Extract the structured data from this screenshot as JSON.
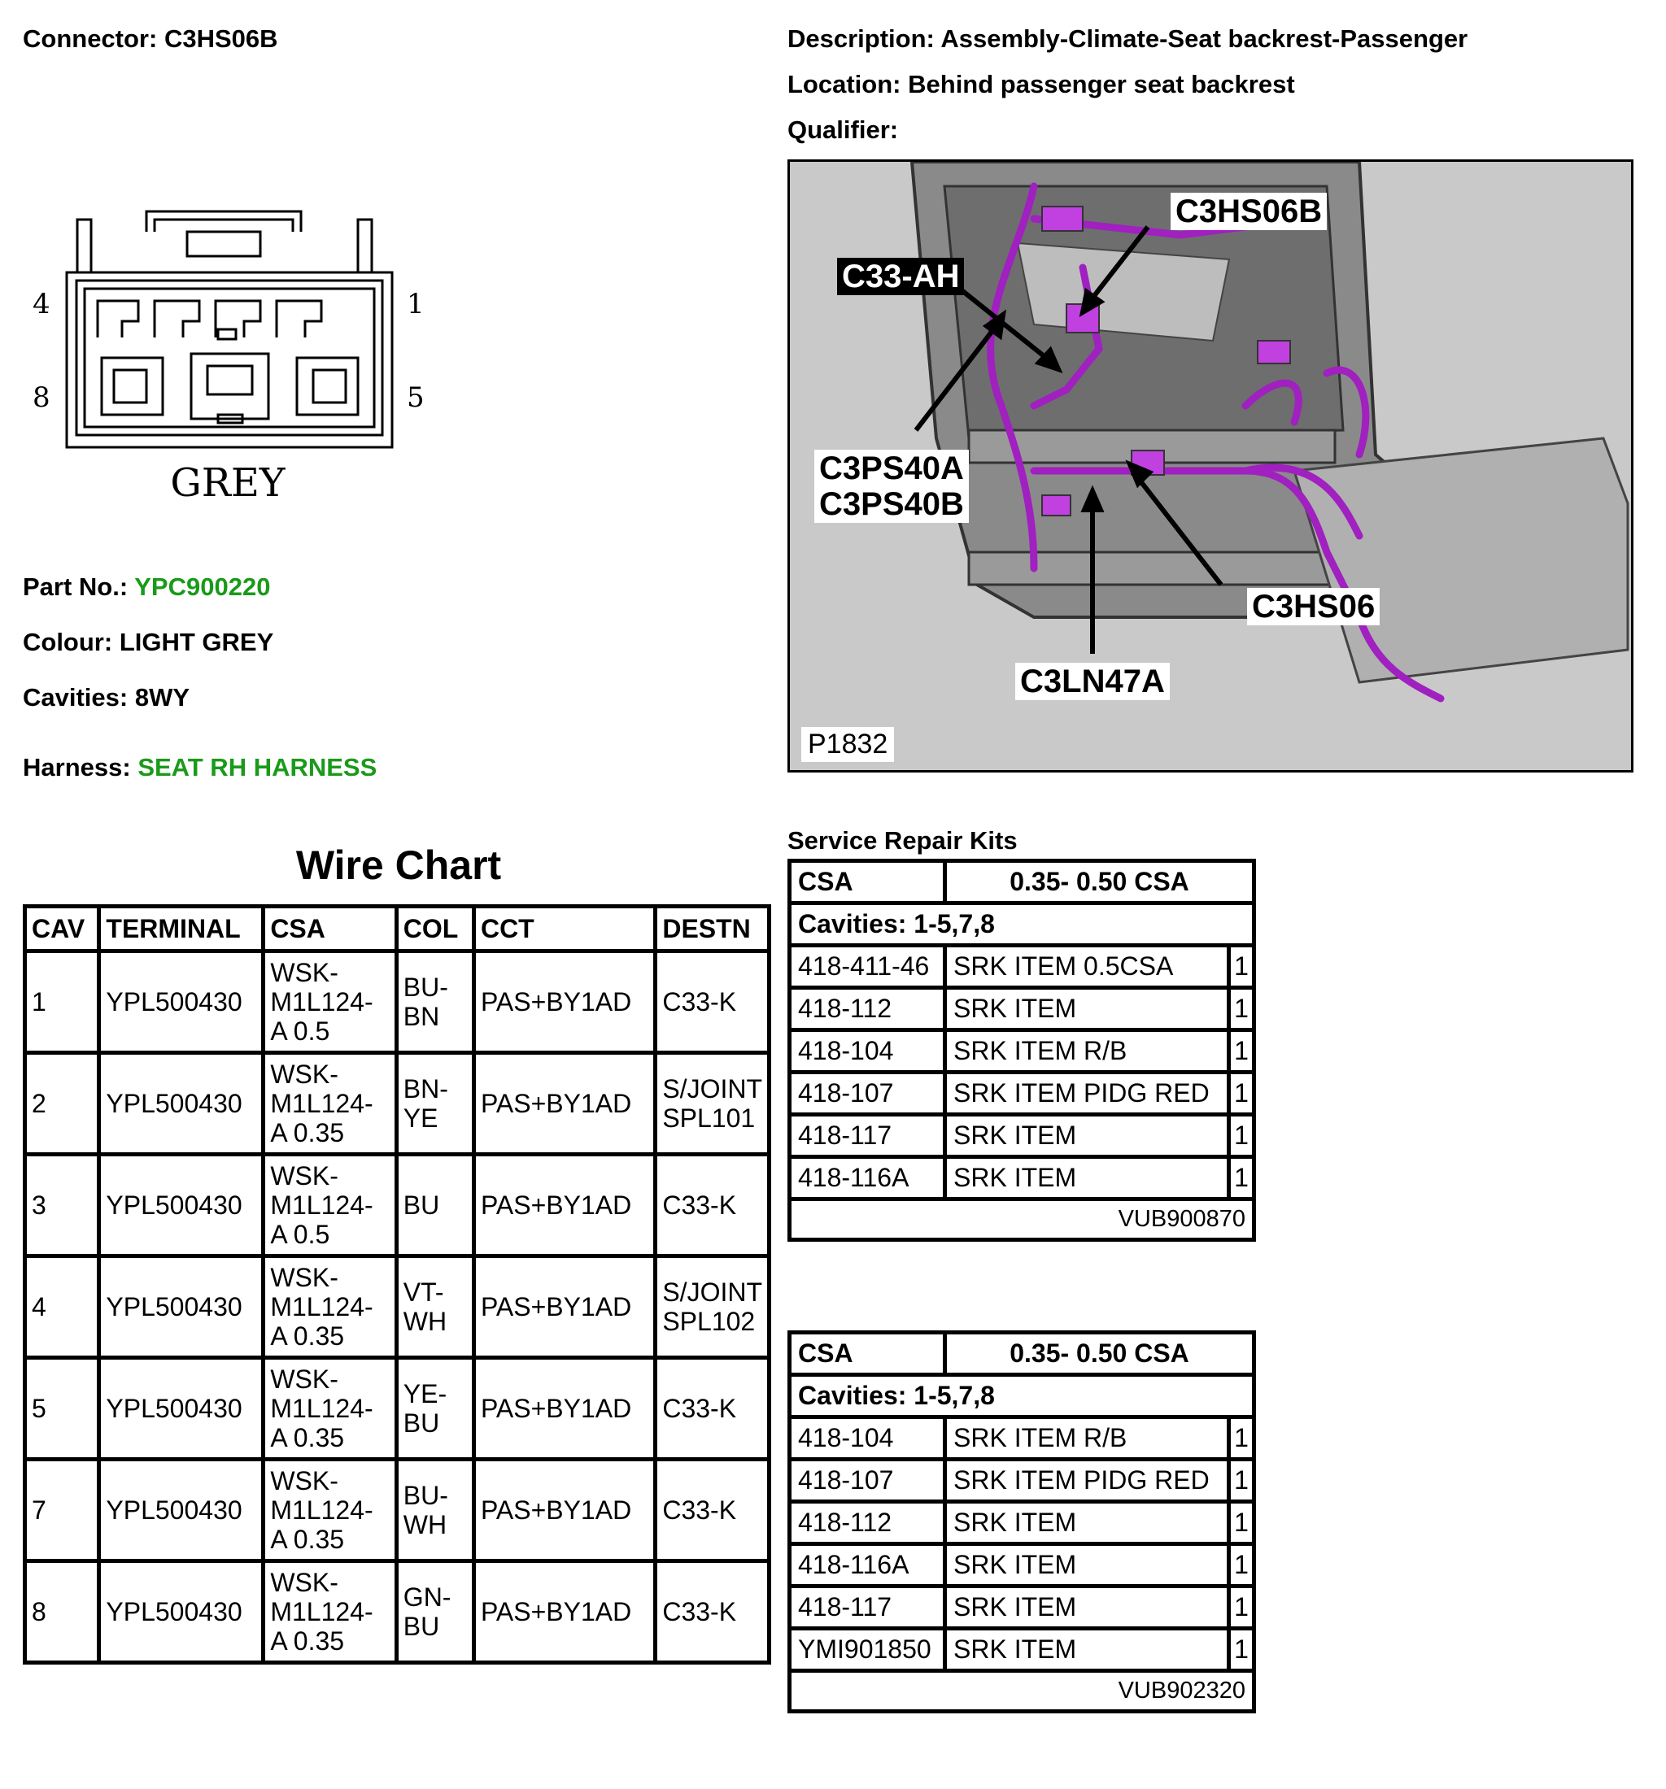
{
  "connector": {
    "label": "Connector:",
    "value": "C3HS06B"
  },
  "description": {
    "label": "Description:",
    "value": "Assembly-Climate-Seat backrest-Passenger"
  },
  "location": {
    "label": "Location:",
    "value": "Behind passenger seat backrest"
  },
  "qualifier": {
    "label": "Qualifier:",
    "value": ""
  },
  "connector_face": {
    "colour_text": "GREY",
    "pins": {
      "top_left": "4",
      "top_right": "1",
      "bottom_left": "8",
      "bottom_right": "5"
    }
  },
  "part_no": {
    "label": "Part No.:",
    "value": "YPC900220"
  },
  "colour": {
    "label": "Colour:",
    "value": "LIGHT GREY"
  },
  "cavities": {
    "label": "Cavities:",
    "value": "8WY"
  },
  "harness": {
    "label": "Harness:",
    "value": "SEAT RH HARNESS"
  },
  "picture": {
    "code": "P1832",
    "callouts": [
      "C3HS06B",
      "C33-AH",
      "C3PS40A",
      "C3PS40B",
      "C3HS06",
      "C3LN47A"
    ],
    "colors": {
      "background": "#c9c9c9",
      "harness": "#a020c0"
    }
  },
  "wire_chart": {
    "title": "Wire Chart",
    "headers": [
      "CAV",
      "TERMINAL",
      "CSA",
      "COL",
      "CCT",
      "DESTN"
    ],
    "rows": [
      [
        "1",
        "YPL500430",
        "WSK-\nM1L124-\nA 0.5",
        "BU-\nBN",
        "PAS+BY1AD",
        "C33-K"
      ],
      [
        "2",
        "YPL500430",
        "WSK-\nM1L124-\nA 0.35",
        "BN-\nYE",
        "PAS+BY1AD",
        "S/JOINT\nSPL101"
      ],
      [
        "3",
        "YPL500430",
        "WSK-\nM1L124-\nA 0.5",
        "BU",
        "PAS+BY1AD",
        "C33-K"
      ],
      [
        "4",
        "YPL500430",
        "WSK-\nM1L124-\nA 0.35",
        "VT-\nWH",
        "PAS+BY1AD",
        "S/JOINT\nSPL102"
      ],
      [
        "5",
        "YPL500430",
        "WSK-\nM1L124-\nA 0.35",
        "YE-\nBU",
        "PAS+BY1AD",
        "C33-K"
      ],
      [
        "7",
        "YPL500430",
        "WSK-\nM1L124-\nA 0.35",
        "BU-\nWH",
        "PAS+BY1AD",
        "C33-K"
      ],
      [
        "8",
        "YPL500430",
        "WSK-\nM1L124-\nA 0.35",
        "GN-\nBU",
        "PAS+BY1AD",
        "C33-K"
      ]
    ]
  },
  "service_repair_kits": {
    "title": "Service Repair Kits",
    "kits": [
      {
        "header": [
          "CSA",
          "0.35- 0.50 CSA"
        ],
        "cavities": "Cavities: 1-5,7,8",
        "items": [
          [
            "418-411-46",
            "SRK ITEM 0.5CSA",
            "1"
          ],
          [
            "418-112",
            "SRK ITEM",
            "1"
          ],
          [
            "418-104",
            "SRK ITEM R/B",
            "1"
          ],
          [
            "418-107",
            "SRK ITEM PIDG RED",
            "1"
          ],
          [
            "418-117",
            "SRK ITEM",
            "1"
          ],
          [
            "418-116A",
            "SRK ITEM",
            "1"
          ]
        ],
        "kit_number": "VUB900870"
      },
      {
        "header": [
          "CSA",
          "0.35- 0.50 CSA"
        ],
        "cavities": "Cavities: 1-5,7,8",
        "items": [
          [
            "418-104",
            "SRK ITEM R/B",
            "1"
          ],
          [
            "418-107",
            "SRK ITEM PIDG RED",
            "1"
          ],
          [
            "418-112",
            "SRK ITEM",
            "1"
          ],
          [
            "418-116A",
            "SRK ITEM",
            "1"
          ],
          [
            "418-117",
            "SRK ITEM",
            "1"
          ],
          [
            "YMI901850",
            "SRK ITEM",
            "1"
          ]
        ],
        "kit_number": "VUB902320"
      }
    ]
  }
}
